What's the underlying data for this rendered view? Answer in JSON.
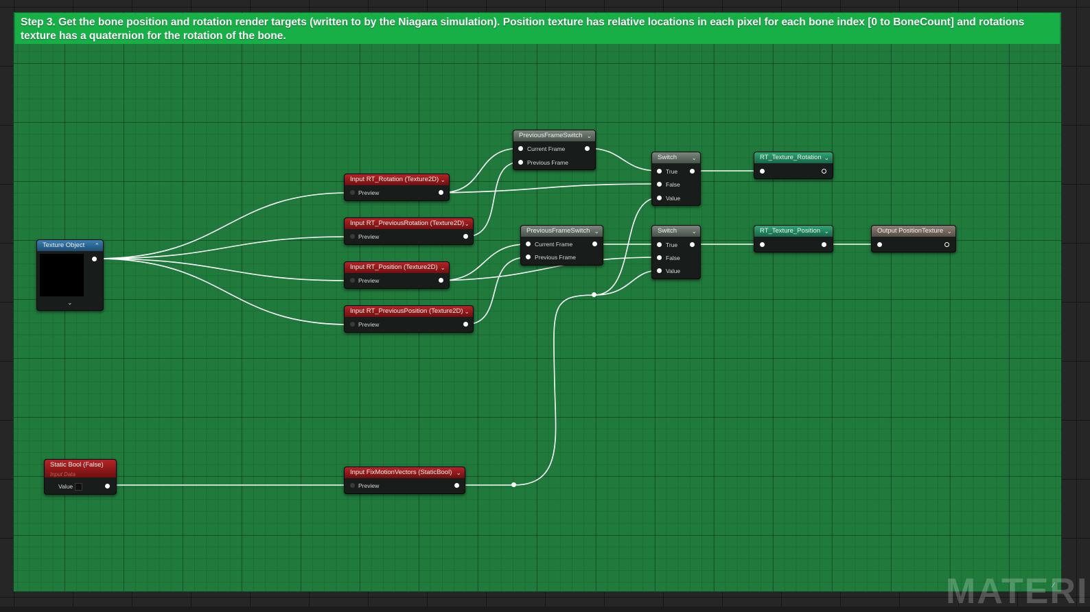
{
  "comment": {
    "text": "Step 3. Get the bone position and rotation render targets (written to by the Niagara simulation). Position texture has relative locations in each pixel for each bone index [0 to BoneCount] and rotations texture has a quaternion for the rotation of the bone."
  },
  "nodes": {
    "texture_object": {
      "title": "Texture Object"
    },
    "rt_rotation": {
      "title": "Input RT_Rotation (Texture2D)",
      "pin": "Preview"
    },
    "rt_prev_rotation": {
      "title": "Input RT_PreviousRotation (Texture2D)",
      "pin": "Preview"
    },
    "rt_position": {
      "title": "Input RT_Position (Texture2D)",
      "pin": "Preview"
    },
    "rt_prev_position": {
      "title": "Input RT_PreviousPosition (Texture2D)",
      "pin": "Preview"
    },
    "pfs_top": {
      "title": "PreviousFrameSwitch",
      "pin1": "Current Frame",
      "pin2": "Previous Frame"
    },
    "pfs_mid": {
      "title": "PreviousFrameSwitch",
      "pin1": "Current Frame",
      "pin2": "Previous Frame"
    },
    "switch_top": {
      "title": "Switch",
      "pin1": "True",
      "pin2": "False",
      "pin3": "Value"
    },
    "switch_mid": {
      "title": "Switch",
      "pin1": "True",
      "pin2": "False",
      "pin3": "Value"
    },
    "rt_tex_rotation": {
      "title": "RT_Texture_Rotation"
    },
    "rt_tex_position": {
      "title": "RT_Texture_Position"
    },
    "output_position": {
      "title": "Output PositionTexture"
    },
    "static_bool": {
      "title": "Static Bool (False)",
      "subtitle": "Input Data",
      "pin": "Value"
    },
    "fix_motion": {
      "title": "Input FixMotionVectors (StaticBool)",
      "pin": "Preview"
    }
  },
  "watermark": "MATERI",
  "icons": {
    "collapse": "chevron-up-icon",
    "expand": "chevron-down-icon"
  },
  "colors": {
    "comment_header": "#16b046",
    "comment_body": "#1f7a3c",
    "param_header": "#b52424",
    "switch_header": "#7b867d",
    "named_reroute_header": "#2fa673",
    "texture_object_header": "#3b7fb5"
  }
}
